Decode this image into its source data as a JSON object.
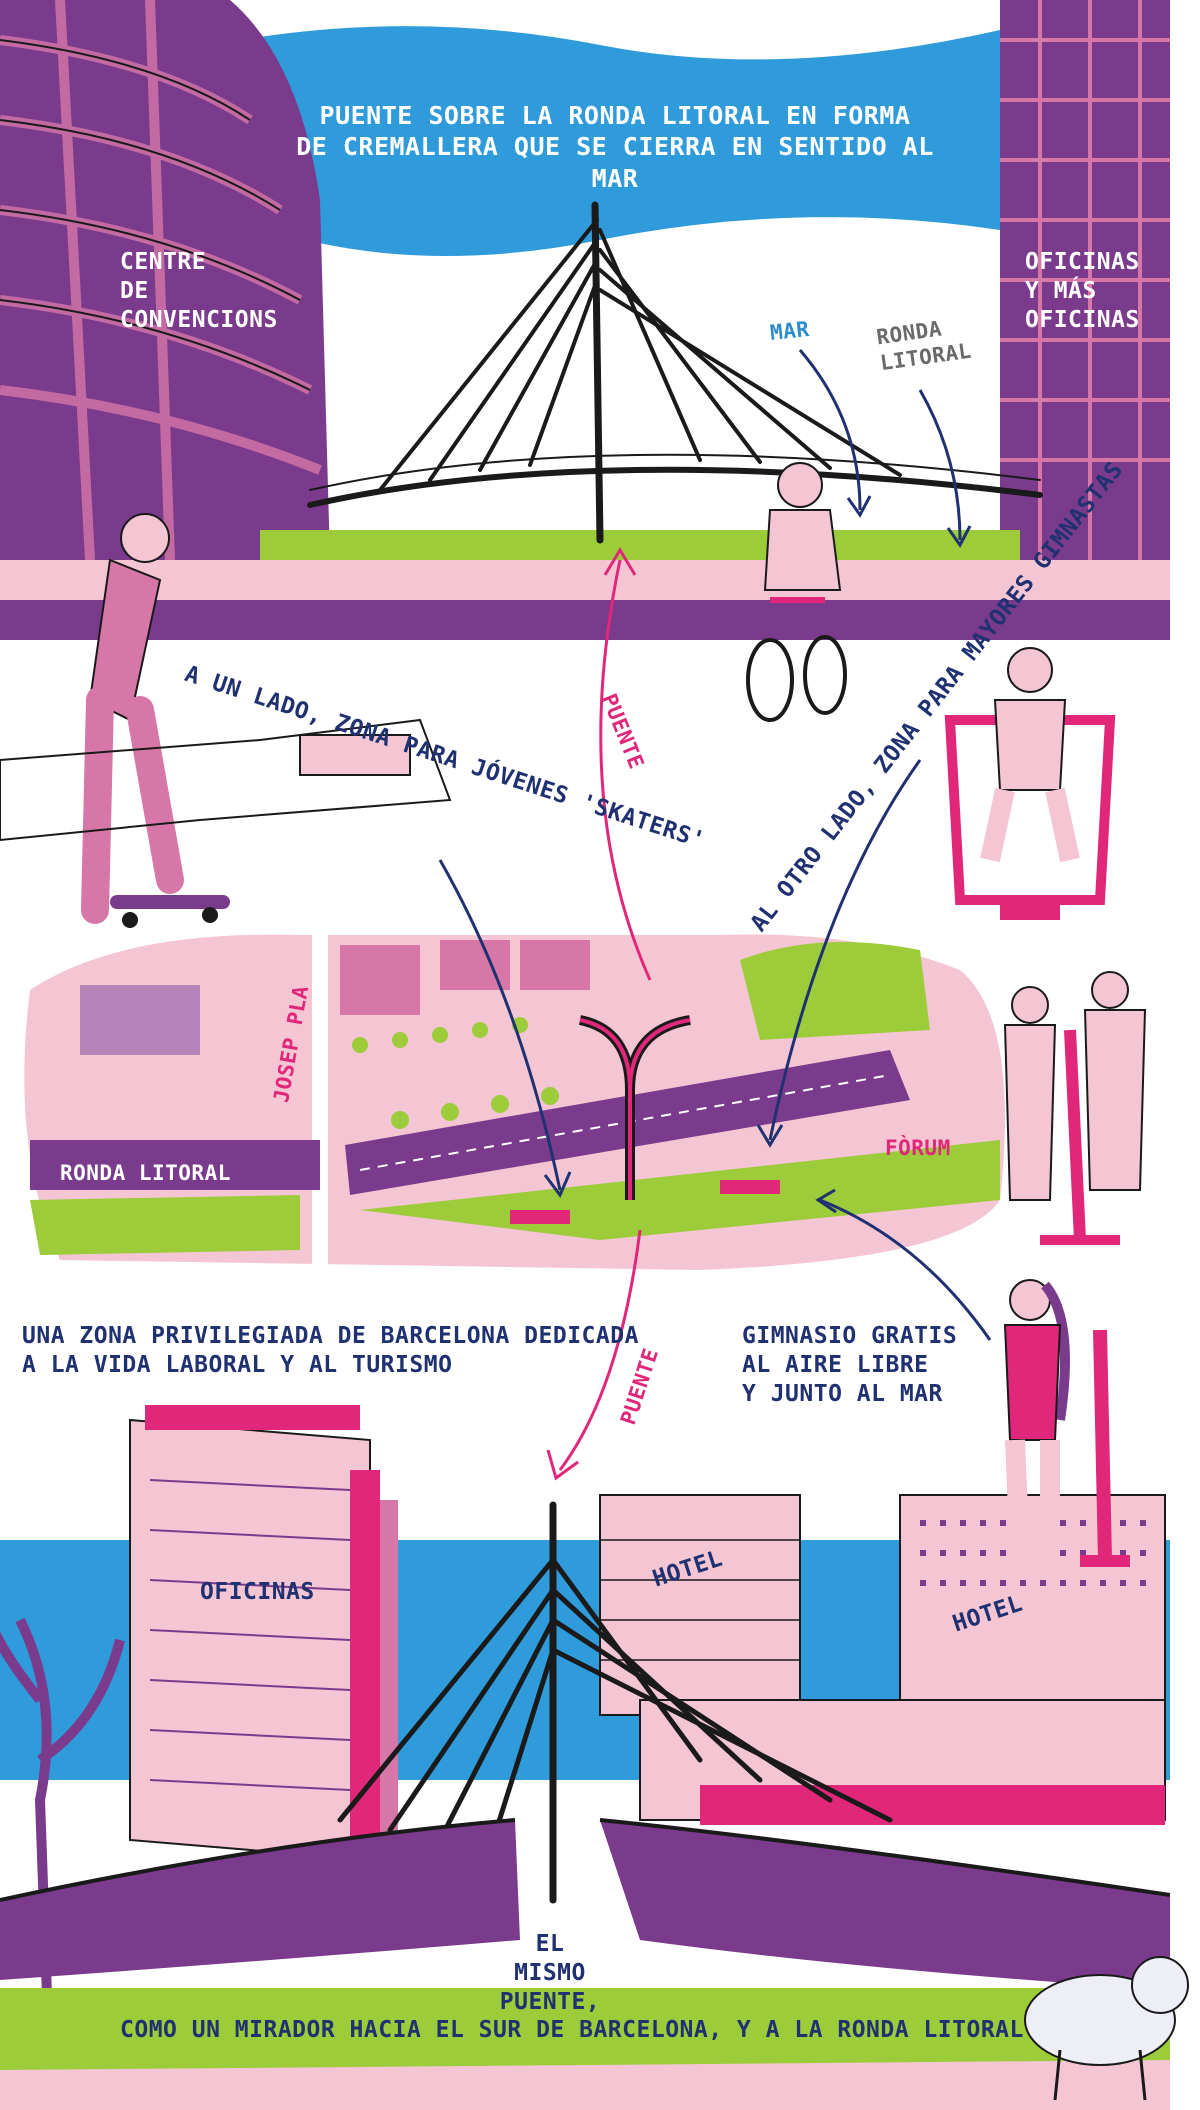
{
  "colors": {
    "sky_blue": "#2f9bdb",
    "purple": "#7b3b8c",
    "deep_pink": "#e0277a",
    "light_pink": "#f4c5d3",
    "mid_pink": "#d777a8",
    "lime": "#9ccc3a",
    "navy": "#1f3170"
  },
  "header": {
    "title_line1": "PUENTE SOBRE LA RONDA LITORAL EN FORMA",
    "title_line2": "DE CREMALLERA QUE SE CIERRA EN SENTIDO AL MAR"
  },
  "top_scene": {
    "left_building_l1": "CENTRE",
    "left_building_l2": "DE",
    "left_building_l3": "CONVENCIONS",
    "right_building_l1": "OFICINAS",
    "right_building_l2": "Y MÁS",
    "right_building_l3": "OFICINAS",
    "mar_label": "MAR",
    "ronda_l1": "RONDA",
    "ronda_l2": "LITORAL"
  },
  "middle": {
    "skaters_label": "A UN LADO, ZONA PARA JÓVENES 'SKATERS'",
    "gym_label": "AL OTRO LADO, ZONA PARA MAYORES GIMNASTAS",
    "puente_top": "PUENTE",
    "puente_bottom": "PUENTE"
  },
  "map": {
    "street": "JOSEP PLA",
    "highway": "RONDA LITORAL",
    "forum": "FÒRUM"
  },
  "info": {
    "zone_l1": "UNA ZONA PRIVILEGIADA DE BARCELONA DEDICADA",
    "zone_l2": "A LA VIDA LABORAL Y AL TURISMO",
    "gym_l1": "GIMNASIO GRATIS",
    "gym_l2": "AL AIRE LIBRE",
    "gym_l3": "Y JUNTO AL MAR"
  },
  "bottom_scene": {
    "offices": "OFICINAS",
    "hotel1": "HOTEL",
    "hotel2": "HOTEL",
    "caption_l1": "EL",
    "caption_l2": "MISMO",
    "caption_l3": "PUENTE,",
    "caption_l4": "COMO UN MIRADOR HACIA EL SUR DE BARCELONA, Y A LA RONDA LITORAL"
  }
}
